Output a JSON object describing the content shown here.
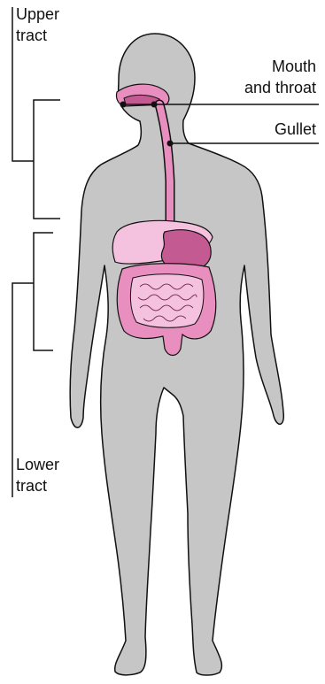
{
  "labels": {
    "upper_tract": [
      "Upper",
      "tract"
    ],
    "lower_tract": [
      "Lower",
      "tract"
    ],
    "mouth_throat": [
      "Mouth",
      "and throat"
    ],
    "gullet": "Gullet"
  },
  "colors": {
    "body": "#c6c6c6",
    "body_outline": "#111111",
    "organ_pink": "#e98fc0",
    "organ_dark_pink": "#c45a92",
    "organ_light_pink": "#f4c1de",
    "line": "#111111"
  }
}
